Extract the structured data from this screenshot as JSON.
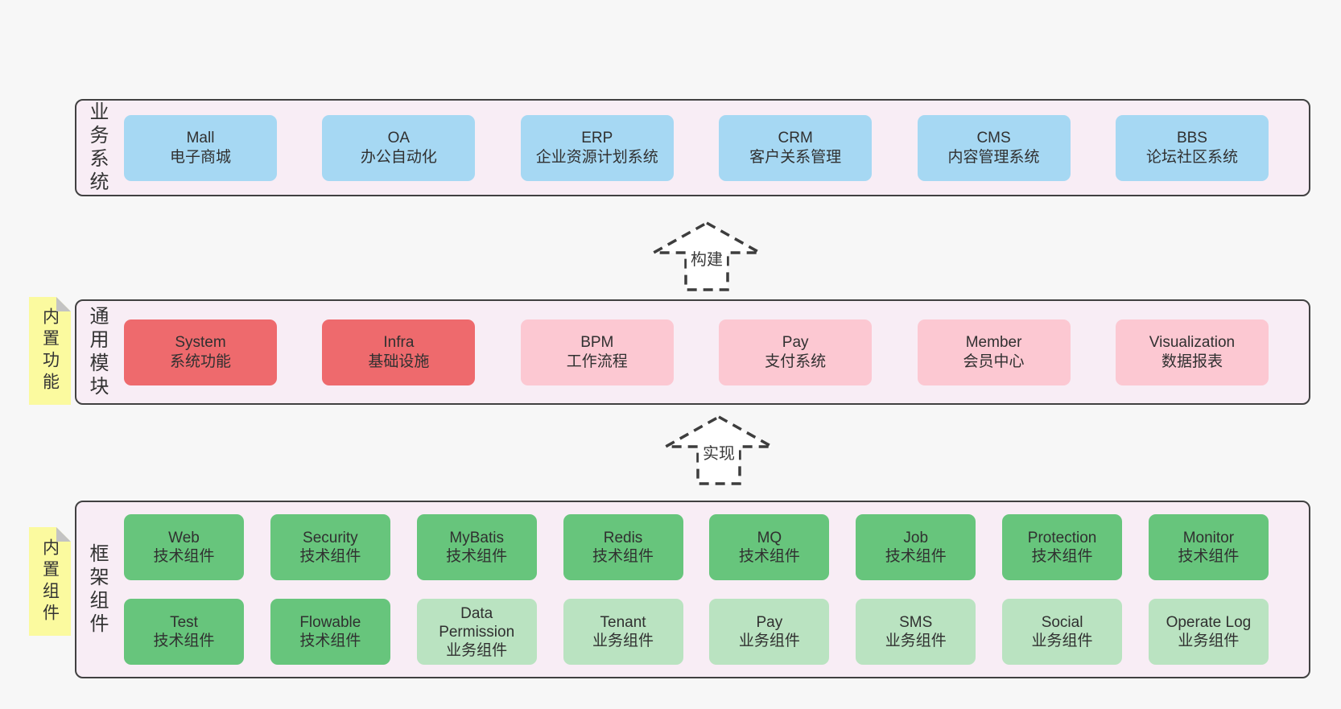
{
  "colors": {
    "page_bg": "#f7f7f7",
    "band_bg": "#f8edf5",
    "band_border": "#414141",
    "box_blue": "#a6d8f3",
    "box_red": "#ee6a6d",
    "box_pink": "#fcc8d2",
    "box_green": "#67c57c",
    "box_green_light": "#bae3c1",
    "note_yellow": "#fbfa9f",
    "note_fold_gray": "#c3c3c3",
    "text": "#333333"
  },
  "bands": {
    "business": {
      "label": "业务系统",
      "boxes": [
        {
          "en": "Mall",
          "zh": "电子商城"
        },
        {
          "en": "OA",
          "zh": "办公自动化"
        },
        {
          "en": "ERP",
          "zh": "企业资源计划系统"
        },
        {
          "en": "CRM",
          "zh": "客户关系管理"
        },
        {
          "en": "CMS",
          "zh": "内容管理系统"
        },
        {
          "en": "BBS",
          "zh": "论坛社区系统"
        }
      ]
    },
    "modules": {
      "label": "通用模块",
      "note": "内置功能",
      "boxes": [
        {
          "en": "System",
          "zh": "系统功能"
        },
        {
          "en": "Infra",
          "zh": "基础设施"
        },
        {
          "en": "BPM",
          "zh": "工作流程"
        },
        {
          "en": "Pay",
          "zh": "支付系统"
        },
        {
          "en": "Member",
          "zh": "会员中心"
        },
        {
          "en": "Visualization",
          "zh": "数据报表"
        }
      ]
    },
    "components": {
      "label": "框架组件",
      "note": "内置组件",
      "row1": [
        {
          "en": "Web",
          "zh": "技术组件"
        },
        {
          "en": "Security",
          "zh": "技术组件"
        },
        {
          "en": "MyBatis",
          "zh": "技术组件"
        },
        {
          "en": "Redis",
          "zh": "技术组件"
        },
        {
          "en": "MQ",
          "zh": "技术组件"
        },
        {
          "en": "Job",
          "zh": "技术组件"
        },
        {
          "en": "Protection",
          "zh": "技术组件"
        },
        {
          "en": "Monitor",
          "zh": "技术组件"
        }
      ],
      "row2": [
        {
          "en": "Test",
          "zh": "技术组件"
        },
        {
          "en": "Flowable",
          "zh": "技术组件"
        },
        {
          "en": "Data Permission",
          "zh": "业务组件"
        },
        {
          "en": "Tenant",
          "zh": "业务组件"
        },
        {
          "en": "Pay",
          "zh": "业务组件"
        },
        {
          "en": "SMS",
          "zh": "业务组件"
        },
        {
          "en": "Social",
          "zh": "业务组件"
        },
        {
          "en": "Operate Log",
          "zh": "业务组件"
        }
      ]
    }
  },
  "arrows": {
    "build": "构建",
    "implement": "实现"
  }
}
